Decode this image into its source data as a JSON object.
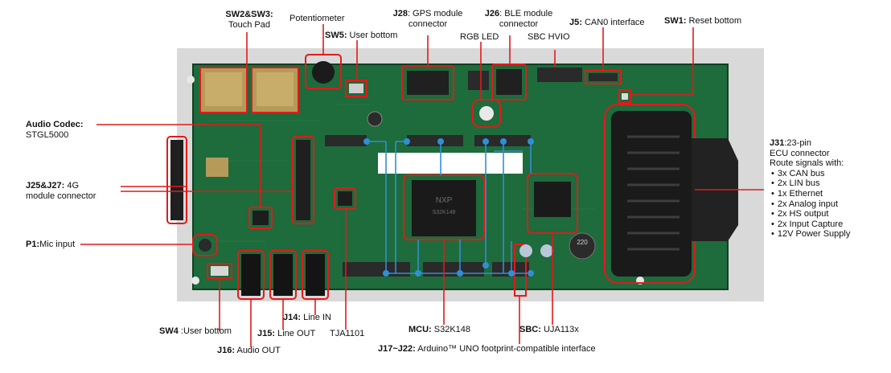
{
  "labels": {
    "sw2_sw3": {
      "id": "SW2&SW3:",
      "desc": "Touch Pad"
    },
    "potentiometer": "Potentiometer",
    "sw5": {
      "id": "SW5:",
      "desc": " User bottom"
    },
    "j28": {
      "id": "J28",
      "desc1": ": GPS module",
      "desc2": "connector"
    },
    "j26": {
      "id": "J26",
      "desc1": ": BLE module",
      "desc2": "connector"
    },
    "rgb_led": "RGB LED",
    "sbc_hvio": "SBC HVIO",
    "j5": {
      "id": "J5:",
      "desc": " CAN0 interface"
    },
    "sw1": {
      "id": "SW1:",
      "desc": " Reset bottom"
    },
    "audio_codec": {
      "id": "Audio Codec:",
      "desc": "STGL5000"
    },
    "j25_j27": {
      "id": "J25&J27:",
      "desc1": " 4G",
      "desc2": "module  connector"
    },
    "p1": {
      "id": "P1:",
      "desc": "Mic input"
    },
    "sw4": {
      "id": "SW4",
      "desc": " :User bottom"
    },
    "j16": {
      "id": "J16:",
      "desc": " Audio OUT"
    },
    "j14": {
      "id": "J14:",
      "desc": " Line IN"
    },
    "j15": {
      "id": "J15:",
      "desc": " Line OUT"
    },
    "tja": "TJA1101",
    "mcu": {
      "id": "MCU:",
      "desc": " S32K148"
    },
    "sbc": {
      "id": "SBC:",
      "desc": " UJA113x"
    },
    "j17_j22": {
      "id": "J17~J22:",
      "desc": " Arduino™ UNO footprint-compatible interface"
    },
    "j31": {
      "id": "J31",
      "desc1": ":23-pin",
      "desc2": "ECU connector",
      "desc3": "Route signals with:",
      "signals": [
        "3x CAN bus",
        "2x LIN bus",
        "1x Ethernet",
        "2x Analog input",
        "2x HS output",
        "2x Input Capture",
        "12V Power Supply"
      ]
    }
  },
  "chip_text": {
    "mcu_logo": "NXP",
    "mcu_marking": "S32K148",
    "cap_marking": "220"
  },
  "colors": {
    "pcb": "#1e6b3c",
    "pcb_dark": "#14502b",
    "callout": "#e21a1a",
    "trace": "#2f8fd6",
    "header": "#2a2a2a",
    "text": "#111111"
  }
}
